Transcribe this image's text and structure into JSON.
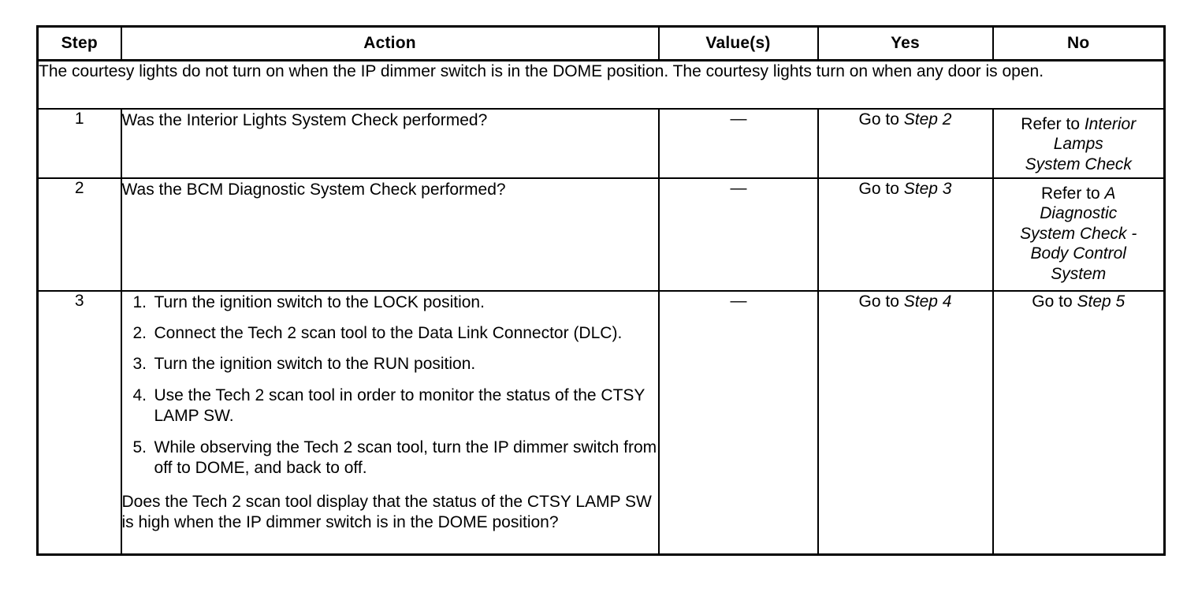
{
  "table": {
    "columns": [
      {
        "key": "step",
        "label": "Step"
      },
      {
        "key": "action",
        "label": "Action"
      },
      {
        "key": "values",
        "label": "Value(s)"
      },
      {
        "key": "yes",
        "label": "Yes"
      },
      {
        "key": "no",
        "label": "No"
      }
    ],
    "description": "The courtesy lights do not turn on when the IP dimmer switch is in the DOME position. The courtesy lights turn on when any door is open.",
    "rows": [
      {
        "step": "1",
        "action_question": "Was the Interior Lights System Check performed?",
        "action_steps": [],
        "action_tail": "",
        "values": "—",
        "yes": "Go to ",
        "yes_italic": "Step 2",
        "no_prefix": "Refer to ",
        "no_italic_lines": [
          "Interior",
          "Lamps",
          "System Check"
        ]
      },
      {
        "step": "2",
        "action_question": "Was the BCM Diagnostic System Check performed?",
        "action_steps": [],
        "action_tail": "",
        "values": "—",
        "yes": "Go to ",
        "yes_italic": "Step 3",
        "no_prefix": "Refer to ",
        "no_italic_lines": [
          "A",
          "Diagnostic",
          "System Check -",
          "Body Control",
          "System"
        ]
      },
      {
        "step": "3",
        "action_question": "",
        "action_steps": [
          {
            "num": "1.",
            "text": "Turn the ignition switch to the LOCK position."
          },
          {
            "num": "2.",
            "text": "Connect the Tech 2 scan tool to the Data Link Connector (DLC)."
          },
          {
            "num": "3.",
            "text": "Turn the ignition switch to the RUN position."
          },
          {
            "num": "4.",
            "text": "Use the Tech 2 scan tool in order to monitor the status of the CTSY LAMP SW."
          },
          {
            "num": "5.",
            "text": "While observing the Tech 2 scan tool, turn the IP dimmer switch from off to DOME, and back to off."
          }
        ],
        "action_tail": "Does the Tech 2 scan tool display that the status of the CTSY LAMP SW is high when the IP dimmer switch is in the DOME position?",
        "values": "—",
        "yes": "Go to ",
        "yes_italic": "Step 4",
        "no_prefix": "Go to ",
        "no_italic_lines": [
          "Step 5"
        ]
      }
    ]
  },
  "colors": {
    "ink": "#000000",
    "paper": "#ffffff"
  }
}
